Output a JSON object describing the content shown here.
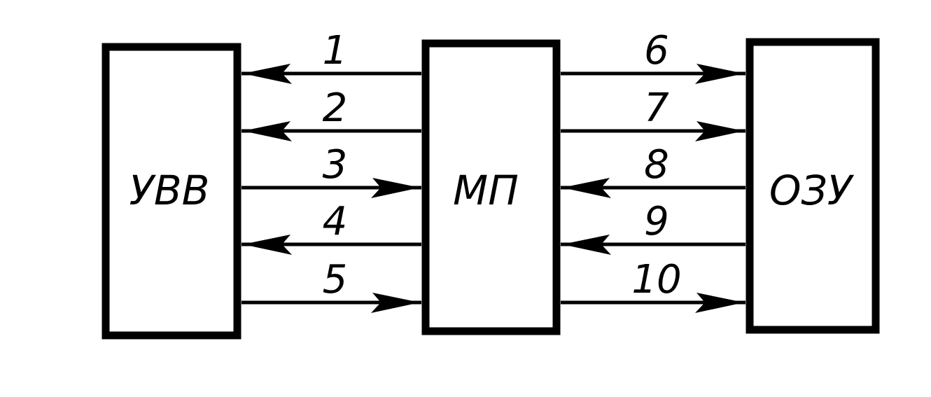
{
  "blocks": {
    "left": {
      "label": "УВВ"
    },
    "center": {
      "label": "МП"
    },
    "right": {
      "label": "ОЗУ"
    }
  },
  "connections": [
    {
      "id": "1",
      "label": "1",
      "from": "МП",
      "to": "УВВ"
    },
    {
      "id": "2",
      "label": "2",
      "from": "МП",
      "to": "УВВ"
    },
    {
      "id": "3",
      "label": "3",
      "from": "УВВ",
      "to": "МП"
    },
    {
      "id": "4",
      "label": "4",
      "from": "МП",
      "to": "УВВ"
    },
    {
      "id": "5",
      "label": "5",
      "from": "УВВ",
      "to": "МП"
    },
    {
      "id": "6",
      "label": "6",
      "from": "МП",
      "to": "ОЗУ"
    },
    {
      "id": "7",
      "label": "7",
      "from": "МП",
      "to": "ОЗУ"
    },
    {
      "id": "8",
      "label": "8",
      "from": "ОЗУ",
      "to": "МП"
    },
    {
      "id": "9",
      "label": "9",
      "from": "ОЗУ",
      "to": "МП"
    },
    {
      "id": "10",
      "label": "10",
      "from": "МП",
      "to": "ОЗУ"
    }
  ]
}
